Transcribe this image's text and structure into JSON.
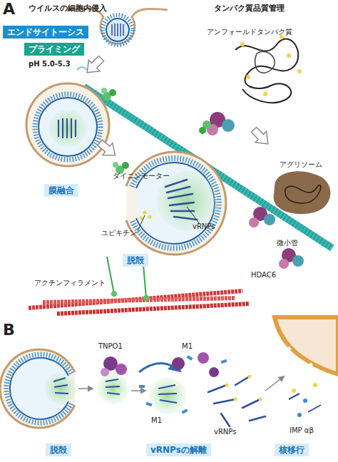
{
  "diagram": {
    "nodes": [
      {
        "text": [
          "エンドサイトーシス"
        ]
      },
      {
        "text": [
          "プライミング"
        ]
      },
      {
        "text": [
          "膜融合"
        ]
      },
      {
        "text": [
          "脱殻"
        ]
      },
      {
        "text": [
          "脱殻"
        ]
      },
      {
        "text": [
          "vRNPsの解離"
        ]
      },
      {
        "text": [
          "核移行"
        ]
      }
    ],
    "labels": [
      "A",
      "ウイルスの細胞内侵入",
      "タンパク質品質管理",
      "pH 5.0-5.3",
      "アンフォールドタンパク質",
      "ダイニンモーター",
      "アグリソーム",
      "ユビキチン",
      "vRNPs",
      "微小管",
      "アクチンフィラメント",
      "HDAC6",
      "B",
      "TNPO1",
      "M1",
      "M1",
      "vRNPs",
      "IMP αβ"
    ]
  }
}
